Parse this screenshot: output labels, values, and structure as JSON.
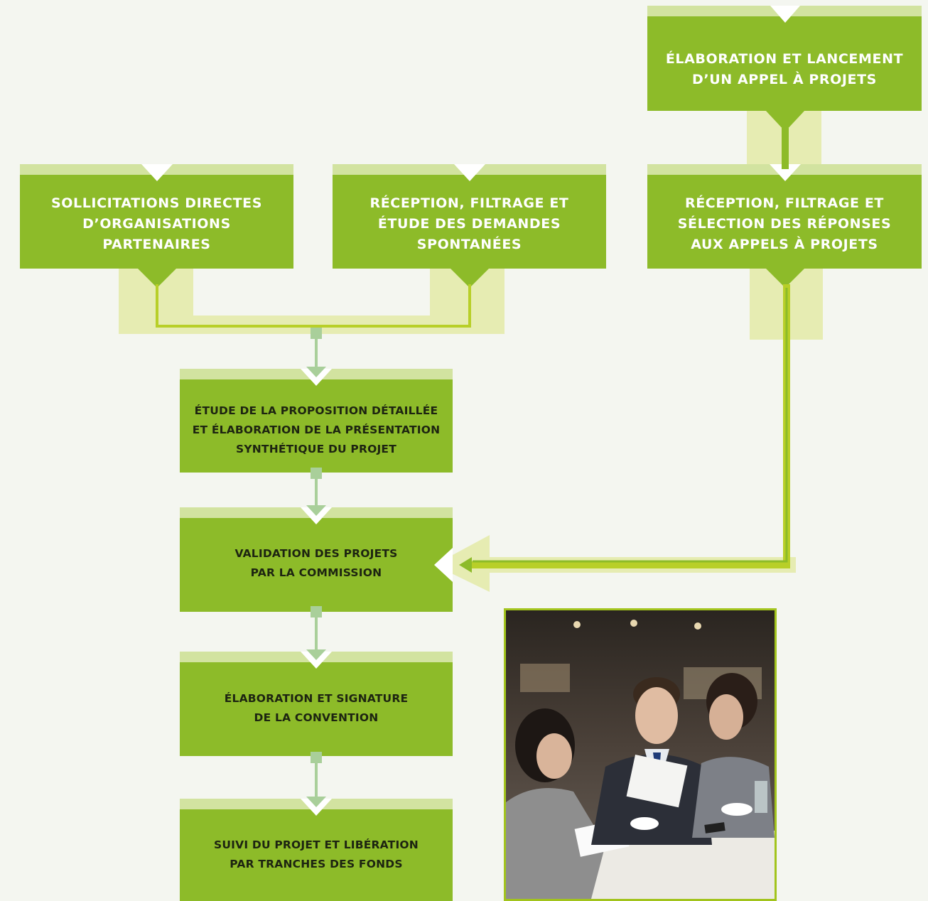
{
  "colors": {
    "background": "#f4f6f0",
    "box": "#8dbb29",
    "box_band": "#d2e3a0",
    "pale_band": "#e6ecb2",
    "line": "#b8cf28",
    "connector": "#a9cf9a",
    "photo_border": "#a2c41d"
  },
  "steps": {
    "appel": "ÉLABORATION ET LANCEMENT\nD’UN APPEL À PROJETS",
    "sollicitations": "SOLLICITATIONS DIRECTES\nD’ORGANISATIONS\nPARTENAIRES",
    "spontanees": "RÉCEPTION, FILTRAGE ET\nÉTUDE DES DEMANDES\nSPONTANÉES",
    "selection": "RÉCEPTION, FILTRAGE ET\nSÉLECTION DES RÉPONSES\nAUX APPELS À PROJETS",
    "etude": "ÉTUDE DE LA PROPOSITION DÉTAILLÉE\nET ÉLABORATION DE LA PRÉSENTATION\nSYNTHÉTIQUE DU PROJET",
    "validation": "VALIDATION DES PROJETS\nPAR LA COMMISSION",
    "convention": "ÉLABORATION ET SIGNATURE\nDE LA CONVENTION",
    "suivi": "SUIVI DU PROJET ET LIBÉRATION\nPAR TRANCHES DES FONDS"
  },
  "photo": {
    "description_icon": "business-meeting-photo"
  }
}
